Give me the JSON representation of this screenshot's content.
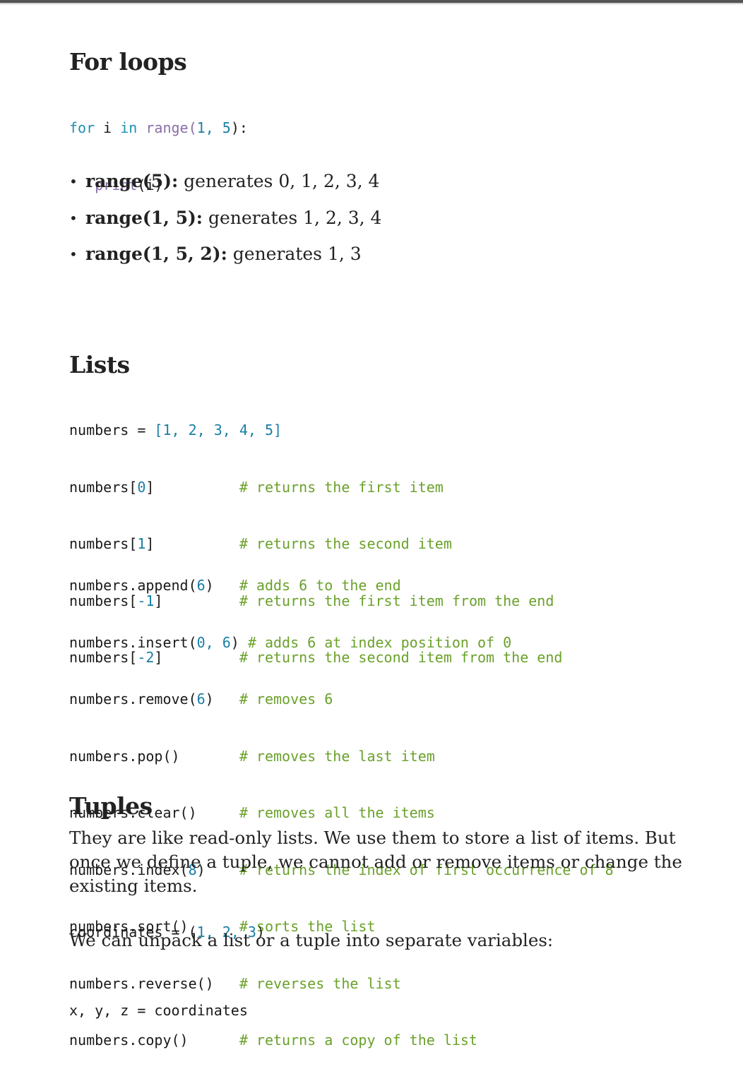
{
  "for_loops": {
    "title": "For loops",
    "code": {
      "line1": {
        "kw1": "for",
        "var": " i ",
        "kw2": "in",
        "sp": " ",
        "fn": "range",
        "p1": "(",
        "n1": "1",
        ", ": ", ",
        "n2": "5",
        "p2": "):"
      },
      "line2": {
        "indent": "   ",
        "fn": "print",
        "args": "(i)"
      }
    },
    "bullets": [
      {
        "term": "range(5):",
        "desc": " generates 0, 1, 2, 3, 4"
      },
      {
        "term": "range(1, 5):",
        "desc": " generates 1, 2, 3, 4"
      },
      {
        "term": "range(1, 5, 2):",
        "desc": " generates 1, 3"
      }
    ]
  },
  "lists": {
    "title": "Lists",
    "block1": [
      {
        "code": "numbers = ",
        "nums": "[1, 2, 3, 4, 5]",
        "comment": ""
      },
      {
        "code": "numbers[",
        "nums": "0",
        "close": "]",
        "pad": "          ",
        "comment": "# returns the first item"
      },
      {
        "code": "numbers[",
        "nums": "1",
        "close": "]",
        "pad": "          ",
        "comment": "# returns the second item"
      },
      {
        "code": "numbers[",
        "nums": "-1",
        "close": "]",
        "pad": "         ",
        "comment": "# returns the first item from the end"
      },
      {
        "code": "numbers[",
        "nums": "-2",
        "close": "]",
        "pad": "         ",
        "comment": "# returns the second item from the end"
      }
    ],
    "block2": [
      {
        "code": "numbers.append(",
        "nums": "6",
        "close": ")",
        "pad": "   ",
        "comment": "# adds 6 to the end"
      },
      {
        "code": "numbers.insert(",
        "nums": "0, 6",
        "close": ")",
        "pad": " ",
        "comment": "# adds 6 at index position of 0"
      },
      {
        "code": "numbers.remove(",
        "nums": "6",
        "close": ")",
        "pad": "   ",
        "comment": "# removes 6"
      },
      {
        "code": "numbers.pop()",
        "nums": "",
        "close": "",
        "pad": "       ",
        "comment": "# removes the last item"
      },
      {
        "code": "numbers.clear()",
        "nums": "",
        "close": "",
        "pad": "     ",
        "comment": "# removes all the items"
      },
      {
        "code": "numbers.index(",
        "nums": "8",
        "close": ")",
        "pad": "    ",
        "comment": "# returns the index of first occurrence of 8"
      },
      {
        "code": "numbers.sort()",
        "nums": "",
        "close": "",
        "pad": "      ",
        "comment": "# sorts the list"
      },
      {
        "code": "numbers.reverse()",
        "nums": "",
        "close": "",
        "pad": "   ",
        "comment": "# reverses the list"
      },
      {
        "code": "numbers.copy()",
        "nums": "",
        "close": "",
        "pad": "      ",
        "comment": "# returns a copy of the list"
      }
    ]
  },
  "tuples": {
    "title": "Tuples",
    "para1": "They are like read-only lists. We use them to store a list of items. But once we define a tuple, we cannot add or remove items or change the existing items.",
    "code1": {
      "code": "coordinates = ",
      "open": "(",
      "nums": "1, 2, 3",
      "close": ")"
    },
    "para2": "We can unpack a list or a tuple into separate variables:",
    "code2": "x, y, z = coordinates"
  }
}
